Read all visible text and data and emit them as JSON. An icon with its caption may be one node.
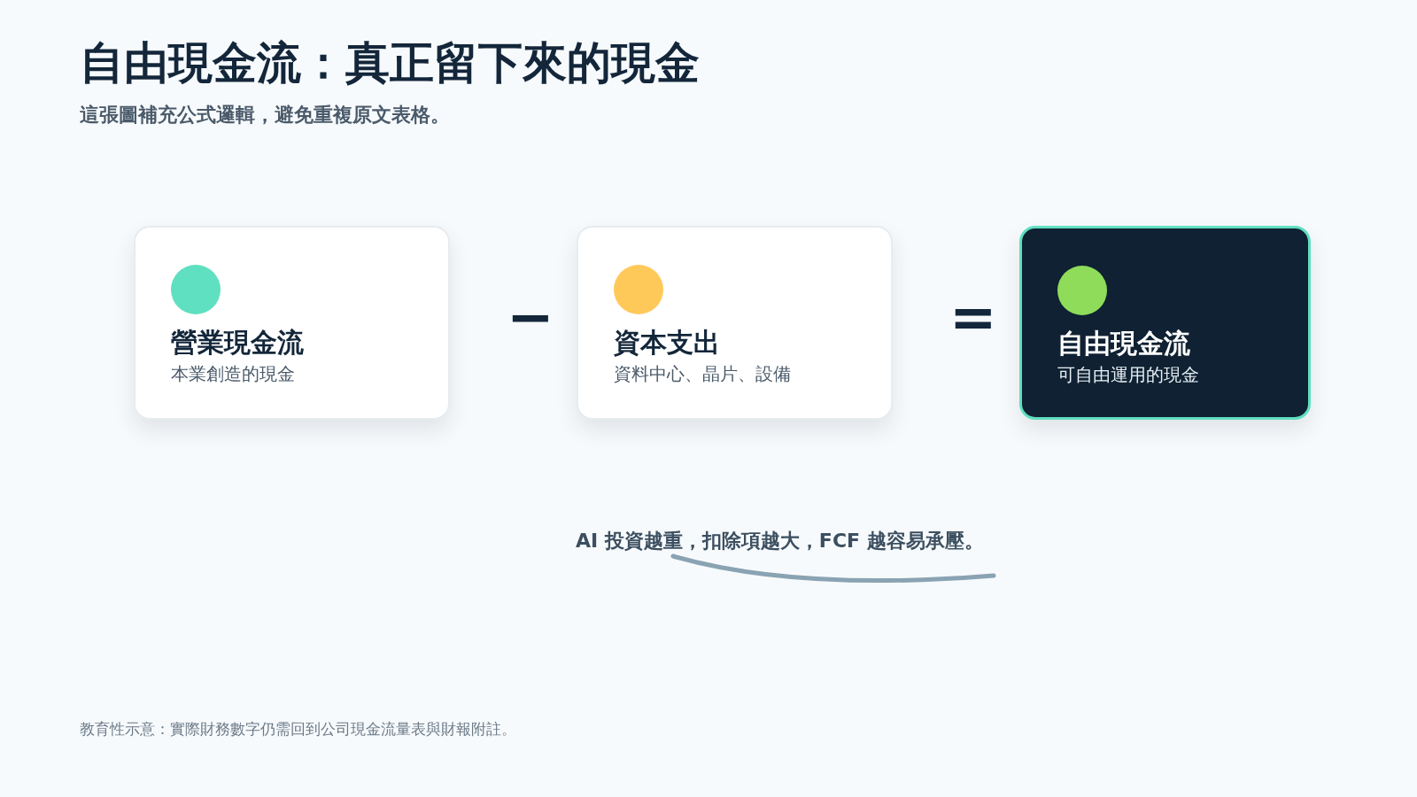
{
  "diagram": {
    "title": "自由現金流：真正留下來的現金",
    "nodes": [
      {
        "text": [
          "營業現金流",
          "本業創造的現金"
        ]
      },
      {
        "text": [
          "資本支出",
          "資料中心、晶片、設備"
        ]
      },
      {
        "text": [
          "自由現金流",
          "可自由運用的現金"
        ]
      }
    ],
    "edges": [],
    "labels": [
      "這張圖補充公式邏輯，避免重複原文表格。",
      "−",
      "=",
      "AI 投資越重，扣除項越大，FCF 越容易承壓。",
      "教育性示意：實際財務數字仍需回到公司現金流量表與財報附註。"
    ]
  }
}
